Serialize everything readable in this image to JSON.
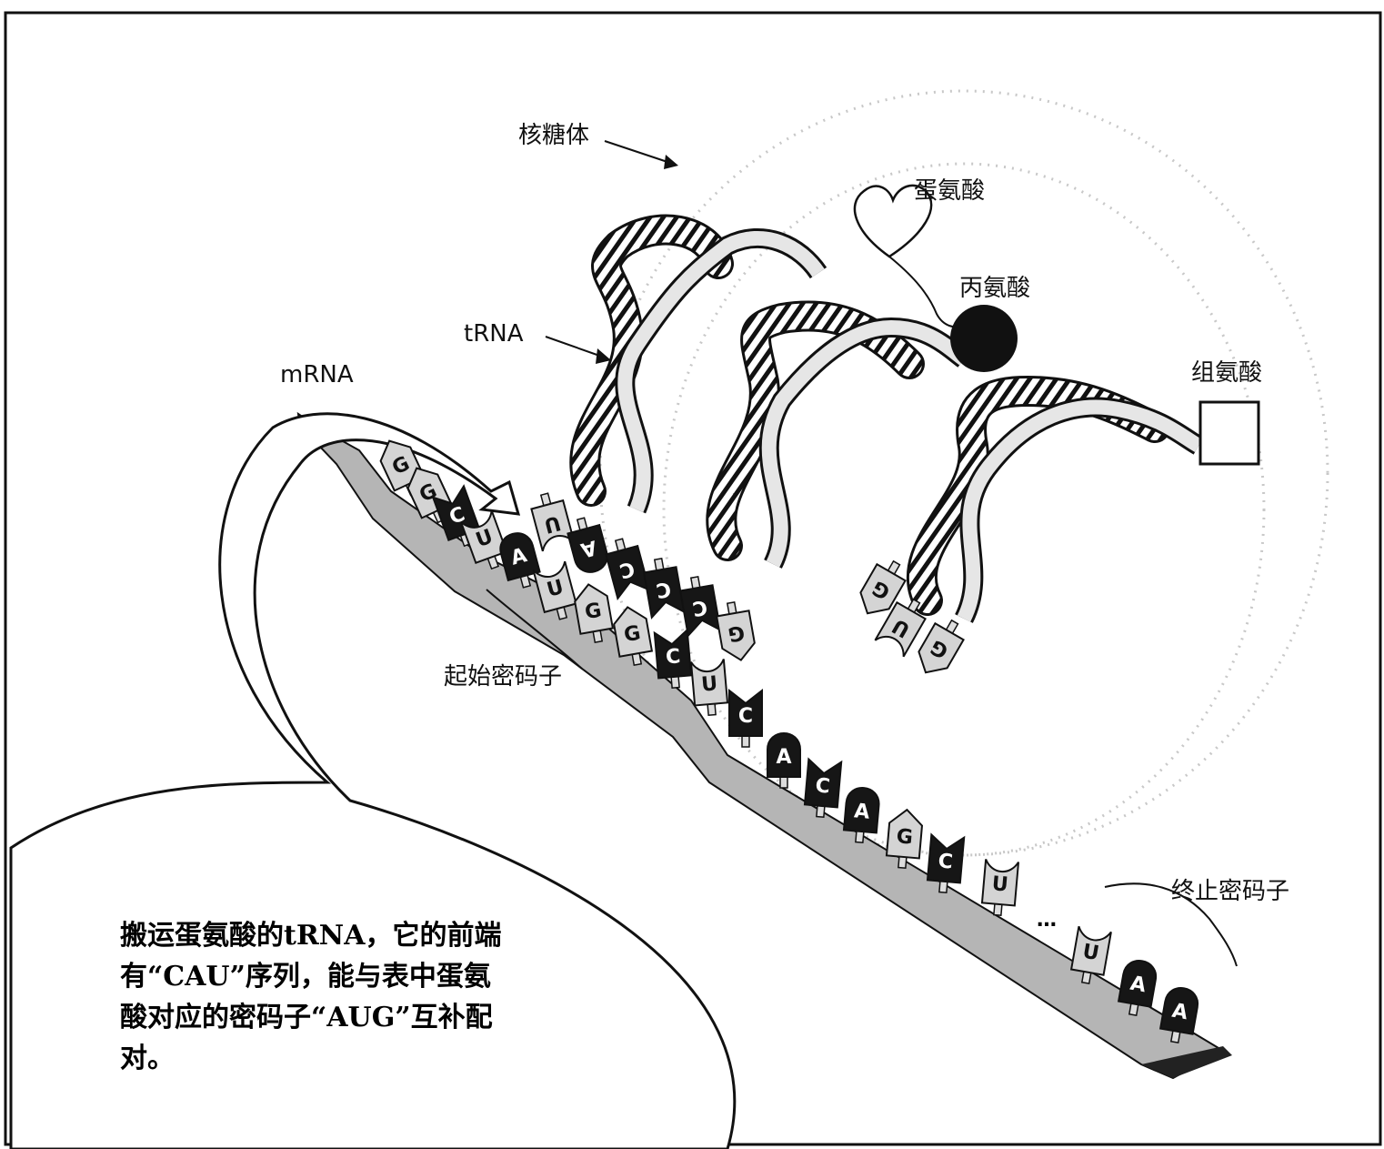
{
  "labels": {
    "ribosome": "核糖体",
    "methionine": "蛋氨酸",
    "alanine": "丙氨酸",
    "histidine": "组氨酸",
    "trna": "tRNA",
    "mrna": "mRNA",
    "start_codon": "起始密码子",
    "stop_codon": "终止密码子"
  },
  "mrna_bases": [
    "G",
    "G",
    "C",
    "U",
    "A",
    "U",
    "G",
    "G",
    "C",
    "U",
    "C",
    "A",
    "C",
    "A",
    "G",
    "C",
    "U",
    "U",
    "A",
    "A"
  ],
  "anticodon_1": [
    "U",
    "A",
    "C"
  ],
  "anticodon_2": [
    "C",
    "C",
    "G"
  ],
  "anticodon_3": [
    "G",
    "U",
    "G"
  ],
  "ellipsis": "…",
  "bubble_lines": [
    "搬运蛋氨酸的tRNA，它的前端",
    "有“CAU”序列，能与表中蛋氨",
    "酸对应的密码子“AUG”互补配",
    "对。"
  ]
}
